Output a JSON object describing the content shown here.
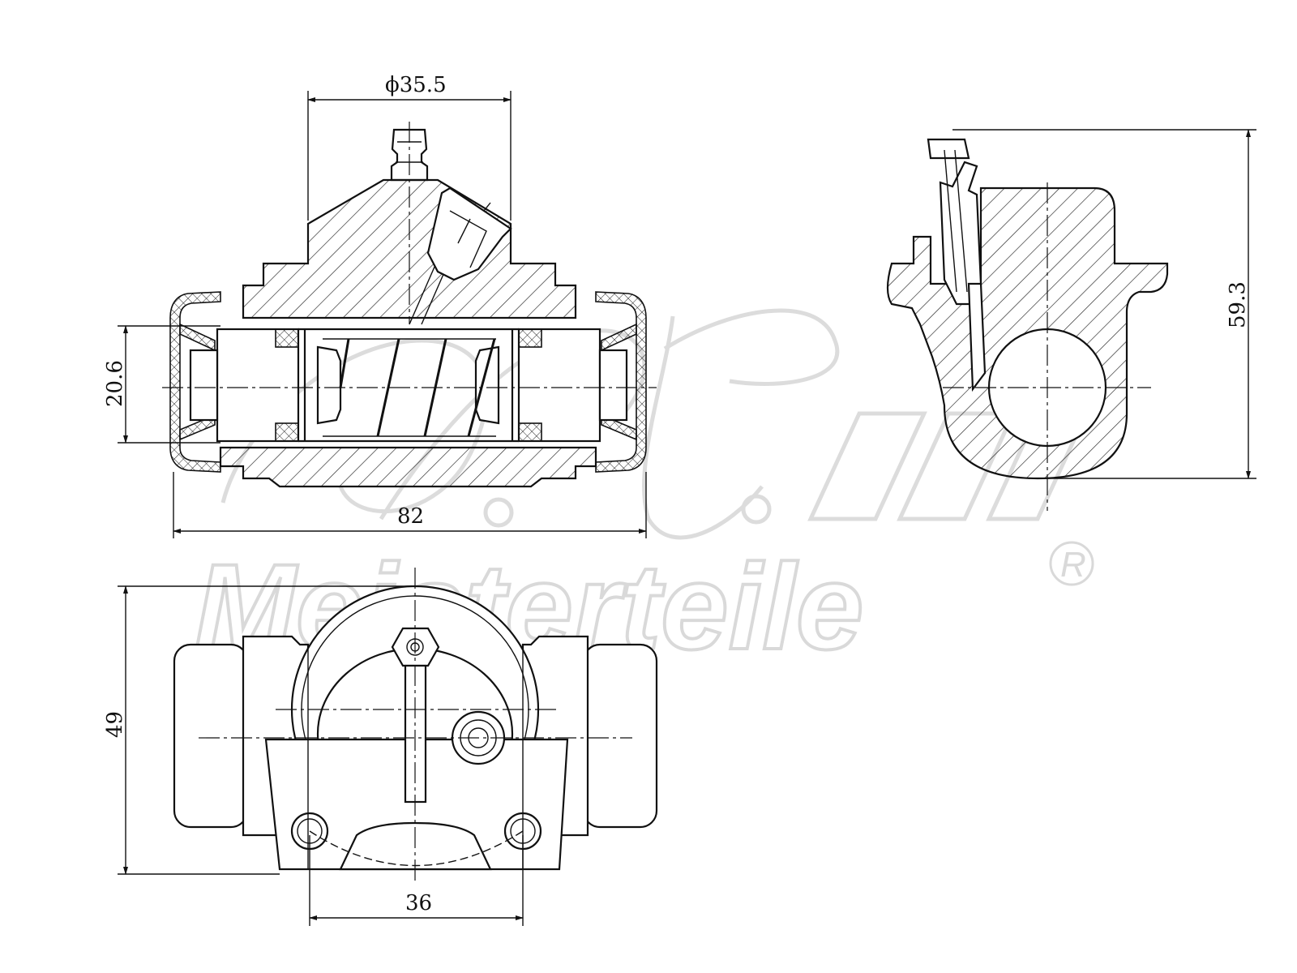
{
  "watermark": {
    "brand": "Meisterteile",
    "registered": "R"
  },
  "dimensions": {
    "bore_diameter": "ϕ35.5",
    "inner_height": "20.6",
    "overall_length": "82",
    "side_height": "59.3",
    "bottom_height": "49",
    "mount_spacing": "36"
  }
}
